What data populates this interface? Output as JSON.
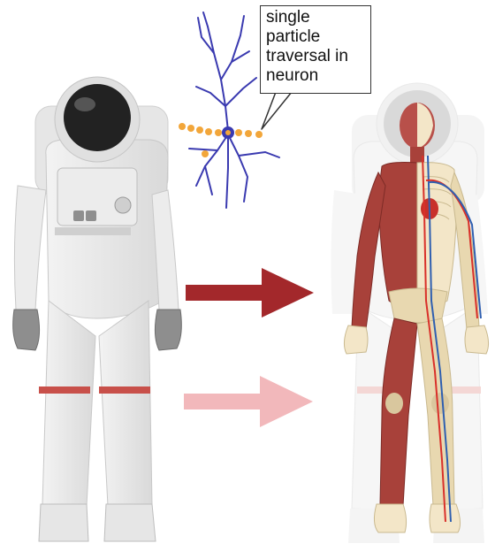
{
  "callout": {
    "lines": [
      "single",
      "particle",
      "traversal in",
      "neuron"
    ]
  },
  "colors": {
    "neuron": "#3a3ab0",
    "particle": "#f2a63a",
    "arrow_primary": "#a3282b",
    "arrow_secondary": "#f2b8bb",
    "suit_band": "#c8504a",
    "muscle": "#a8413a",
    "artery": "#d9302a",
    "vein": "#2f5fb0",
    "bone": "#f3e6c8"
  },
  "icons": {
    "left": "astronaut-suit-icon",
    "right": "anatomy-in-suit-icon",
    "neuron": "neuron-icon"
  }
}
